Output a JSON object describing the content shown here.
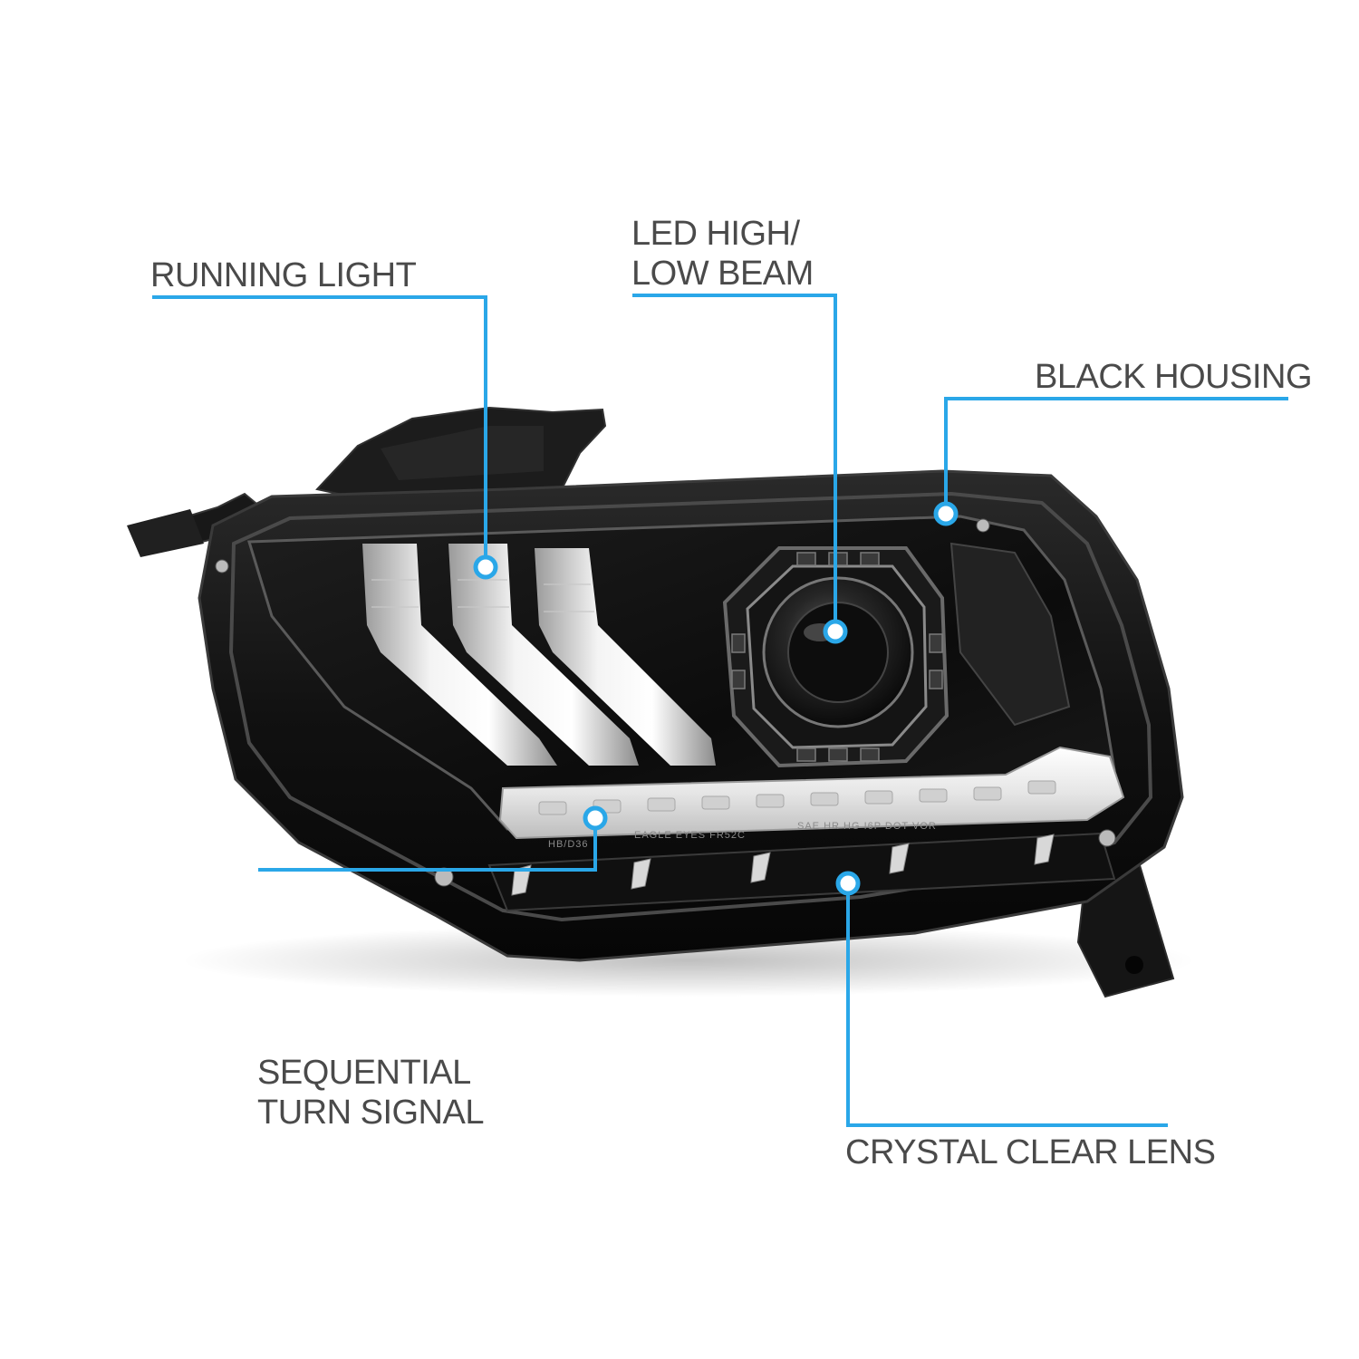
{
  "colors": {
    "callout_line": "#2aa7e8",
    "label_text": "#4a4a4a",
    "background": "#ffffff",
    "housing": "#141414"
  },
  "callouts": {
    "running_light": {
      "line1": "RUNNING LIGHT"
    },
    "led_beam": {
      "line1": "LED HIGH/",
      "line2": "LOW BEAM"
    },
    "black_housing": {
      "line1": "BLACK HOUSING"
    },
    "sequential_turn": {
      "line1": "SEQUENTIAL",
      "line2": "TURN SIGNAL"
    },
    "crystal_lens": {
      "line1": "CRYSTAL CLEAR LENS"
    }
  },
  "lens_markings": {
    "left": "HB/D36",
    "middle": "EAGLE EYES FR52C",
    "right": "SAE HR HG I6P DOT VOR"
  }
}
